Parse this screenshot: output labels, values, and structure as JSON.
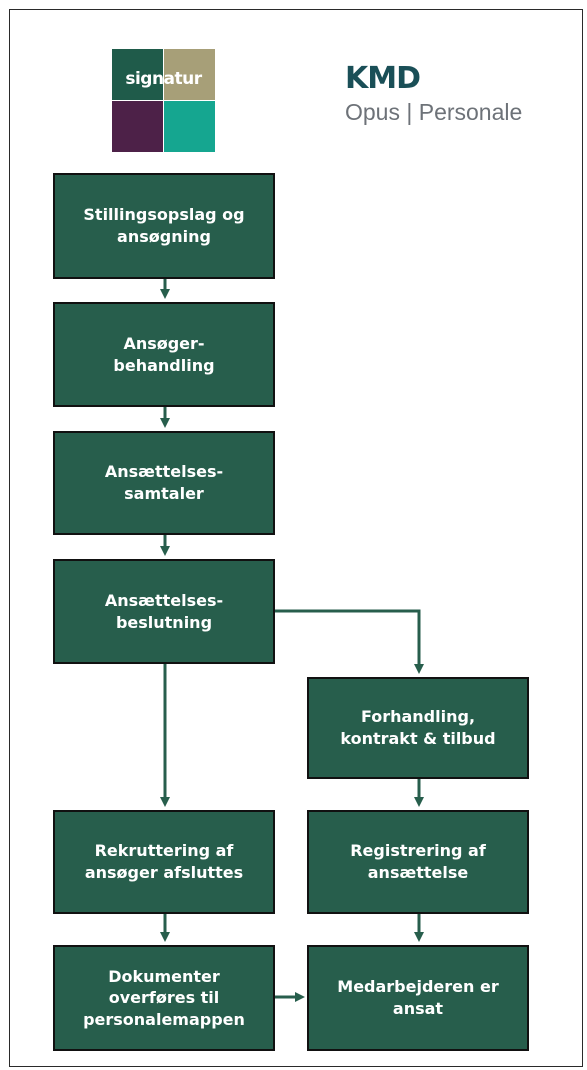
{
  "logos": {
    "signatur_text": "signatur",
    "kmd_text": "KMD",
    "kmd_subtitle": "Opus | Personale"
  },
  "steps": {
    "job_posting": "Stillingsopslag og\nansøgning",
    "applicant_handling": "Ansøger-\nbehandling",
    "interviews": "Ansættelses-\nsamtaler",
    "decision": "Ansættelses-\nbeslutning",
    "negotiation": "Forhandling,\nkontrakt & tilbud",
    "recruitment_closed": "Rekruttering af\nansøger afsluttes",
    "registration": "Registrering af\nansættelse",
    "documents_transferred": "Dokumenter\noverføres til\npersonalemappen",
    "employee_hired": "Medarbejderen er\nansat"
  },
  "colors": {
    "box_fill": "#275e4c",
    "box_border": "#111111",
    "connector": "#275e4c"
  }
}
